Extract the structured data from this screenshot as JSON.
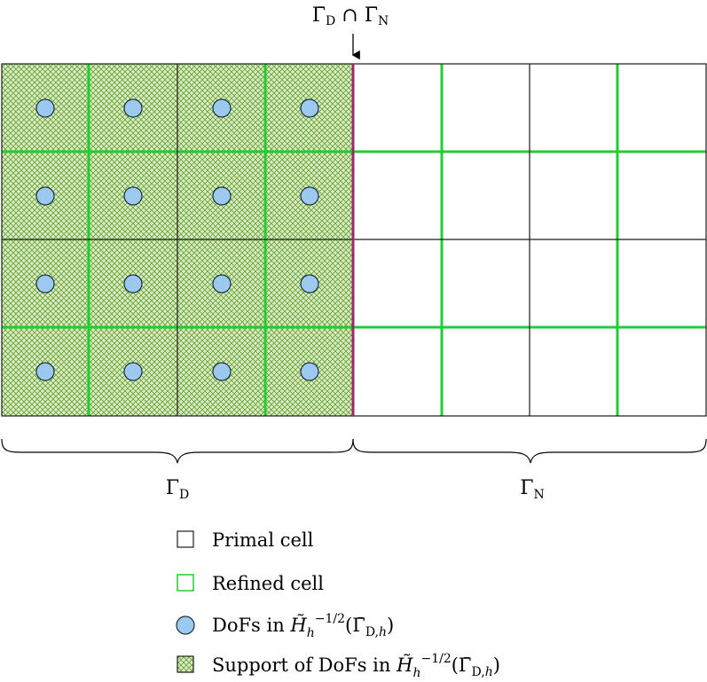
{
  "colors": {
    "primal_line": "#1a1a1a",
    "refined_line": "#22cc33",
    "hatch_background": "#dfe9c9",
    "hatch_line": "#5da62a",
    "dof_fill": "#9cc9f0",
    "dof_stroke": "#1f2d3d",
    "intersection_edge": "#9c2a6b"
  },
  "labels": {
    "top_annotation": "Γ̄D ∩ Γ̄N",
    "brace_left": "ΓD",
    "brace_right": "ΓN"
  },
  "legend": [
    {
      "key": "primal",
      "text": "Primal cell"
    },
    {
      "key": "refined",
      "text": "Refined cell"
    },
    {
      "key": "dof",
      "text": "DoFs in H̃h−1/2(Γ̄D,h)"
    },
    {
      "key": "support",
      "text": "Support of DoFs in H̃h−1/2(Γ̄D,h)"
    }
  ]
}
